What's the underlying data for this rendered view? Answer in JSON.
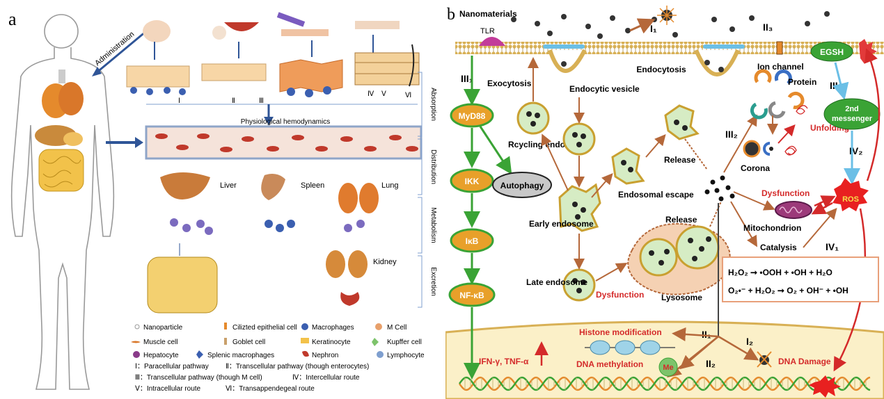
{
  "panel_a": {
    "letter": "a",
    "administration": "Administration",
    "phases": [
      "Absorption",
      "Distribution",
      "Metabolism",
      "Excretion"
    ],
    "hemodynamics": "Physiological hemodynamics",
    "organs": {
      "liver": "Liver",
      "spleen": "Spleen",
      "lung": "Lung",
      "kidney": "Kidney"
    },
    "route_numerals": [
      "Ⅰ",
      "Ⅱ",
      "Ⅲ",
      "Ⅳ",
      "Ⅴ",
      "Ⅵ"
    ],
    "legend": [
      "Nanoparticle",
      "Cilizted epithelial cell",
      "Macrophages",
      "M Cell",
      "Muscle cell",
      "Goblet cell",
      "Keratinocyte",
      "Kupffer cell",
      "Hepatocyte",
      "Splenic macrophages",
      "Nephron",
      "Lymphocyte"
    ],
    "routes": [
      "Ⅰ：Paracellular pathway",
      "Ⅱ：Transcellular pathway (though enterocytes)",
      "Ⅲ：Transcellular pathway (though M cell)",
      "Ⅳ：Intercellular route",
      "Ⅴ：Intracellular route",
      "Ⅵ：Transappendegeal  route"
    ]
  },
  "panel_b": {
    "letter": "b",
    "nanomaterials": "Nanomaterials",
    "tlr": "TLR",
    "exocytosis": "Exocytosis",
    "endocytosis": "Endocytosis",
    "endocytic_vesicle": "Endocytic vesicle",
    "recycling_endosome": "Rcycling endosome",
    "early_endosome": "Early endosome",
    "late_endosome": "Late endosome",
    "endosomal_escape": "Endosomal escape",
    "release1": "Release",
    "release2": "Release",
    "lysosome": "Lysosome",
    "dysfunction_lyso": "Dysfunction",
    "dysfunction_mito": "Dysfunction",
    "mitochondrion": "Mitochondrion",
    "ion_channel": "Ion channel",
    "protein": "Protein",
    "corona": "Corona",
    "unfolding": "Unfolding",
    "egsh": "EGSH",
    "second_messenger_sup": "2nd",
    "second_messenger": "messenger",
    "ros": "ROS",
    "catalysis": "Catalysis",
    "eq1": "H₂O₂ ➞ •OOH + •OH + H₂O",
    "eq2": "O₂•⁻ + H₂O₂ ➞ O₂ + OH⁻ + •OH",
    "myd88": "MyD88",
    "ikk": "IKK",
    "ikb": "IκB",
    "nfkb": "NF-κB",
    "autophagy": "Autophagy",
    "ifn": "IFN-γ, TNF-α",
    "histone": "Histone modification",
    "dna_methylation": "DNA methylation",
    "me": "Me",
    "dna_damage": "DNA Damage",
    "labels": {
      "I1": "I₁",
      "II3": "II₃",
      "III1": "III₁",
      "III2": "III₂",
      "III3": "III₃",
      "IV1": "IV₁",
      "IV2": "IV₂",
      "II1": "II₁",
      "II2": "II₂",
      "I2": "I₂"
    },
    "colors": {
      "green": "#3aa335",
      "brown": "#b5683a",
      "red": "#d42a2a",
      "cyan": "#6bbfe6",
      "membrane": "#d8b055"
    }
  }
}
